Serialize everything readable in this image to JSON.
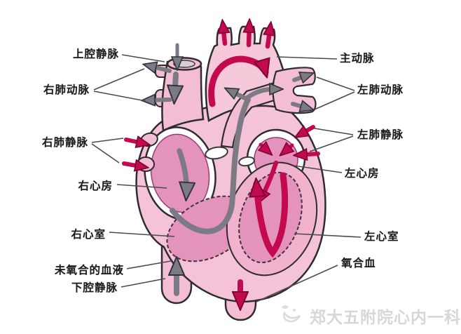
{
  "diagram": {
    "subject": "human heart blood-flow anatomical diagram",
    "labels": {
      "svc": {
        "text": "上腔静脉",
        "side": "left",
        "points_to": "superior vena cava"
      },
      "rpa": {
        "text": "右肺动脉",
        "side": "left",
        "points_to": "right pulmonary artery"
      },
      "rpv": {
        "text": "右肺静脉",
        "side": "left",
        "points_to": "right pulmonary veins"
      },
      "ra": {
        "text": "右心房",
        "side": "left",
        "points_to": "right atrium"
      },
      "rv": {
        "text": "右心室",
        "side": "left",
        "points_to": "right ventricle"
      },
      "deoxygenated": {
        "text": "未氧合的血液",
        "side": "left",
        "points_to": "deoxygenated blood (gray arrows)"
      },
      "ivc": {
        "text": "下腔静脉",
        "side": "left",
        "points_to": "inferior vena cava"
      },
      "aorta": {
        "text": "主动脉",
        "side": "right",
        "points_to": "aorta"
      },
      "lpa": {
        "text": "左肺动脉",
        "side": "right",
        "points_to": "left pulmonary artery"
      },
      "lpv": {
        "text": "左肺静脉",
        "side": "right",
        "points_to": "left pulmonary veins"
      },
      "la": {
        "text": "左心房",
        "side": "right",
        "points_to": "left atrium"
      },
      "lv": {
        "text": "左心室",
        "side": "right",
        "points_to": "left ventricle"
      },
      "oxygenated": {
        "text": "氧合血",
        "side": "right",
        "points_to": "oxygenated blood (red arrows)"
      }
    },
    "watermark": {
      "text": "郑大五附院心内一科"
    },
    "colors": {
      "background": "#ffffff",
      "heart_body_pink": "#f4c3d7",
      "vessel_pink": "#f3bed3",
      "chamber_pink": "#e493bd",
      "lv_wall_pink": "#f0b2cc",
      "oxygenated_arrow_red": "#c30a4e",
      "deoxygenated_arrow_gray": "#7b7a85",
      "outline_dark": "#2e2b31",
      "label_text": "#1b1b1b",
      "leader_line": "#4b4b4b",
      "watermark_gray": "#d7d7d7"
    }
  }
}
